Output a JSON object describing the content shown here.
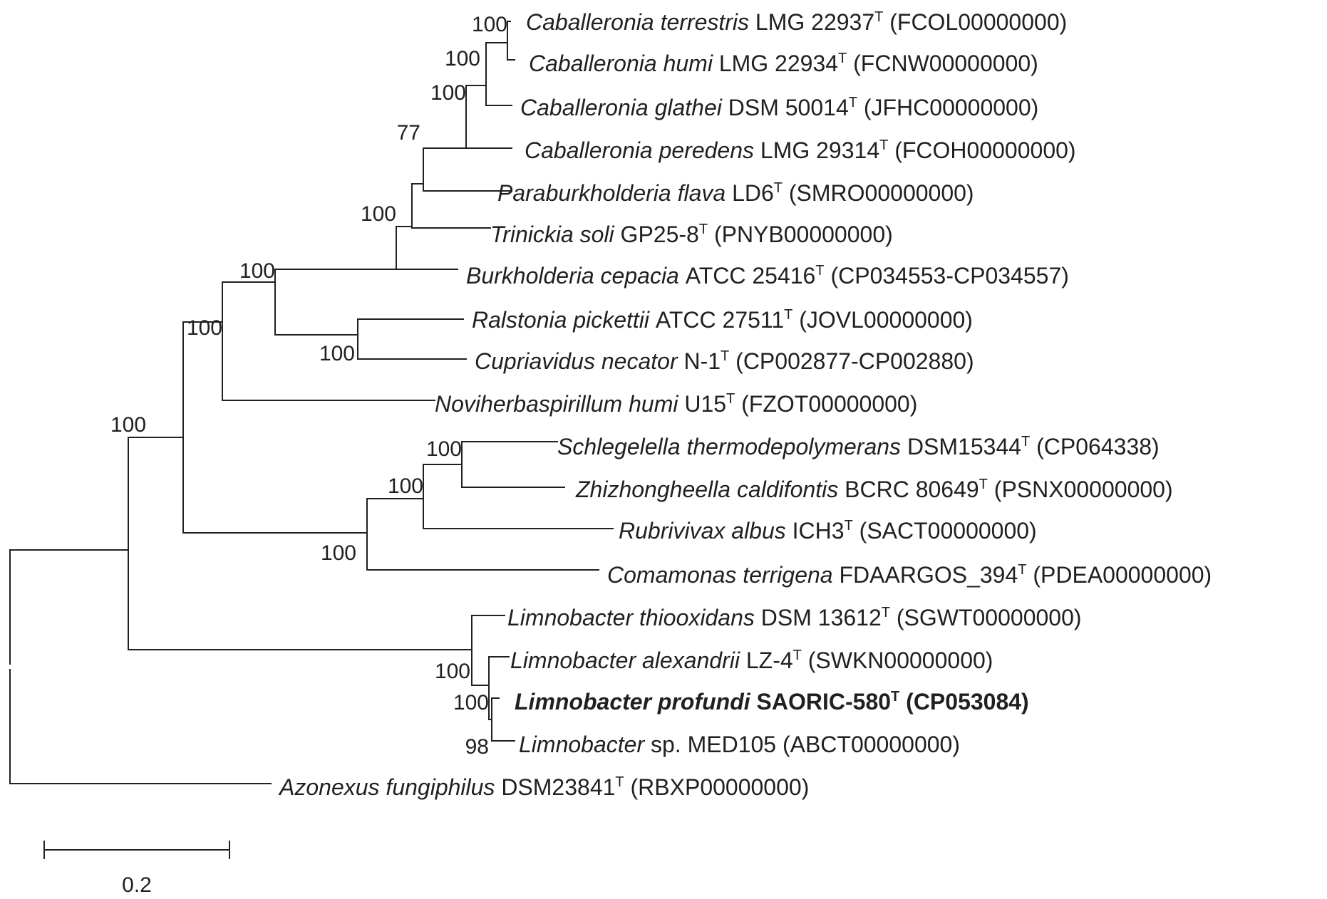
{
  "leaves": [
    {
      "species": "Caballeronia terrestris",
      "strain": "LMG 22937",
      "type_strain": "T",
      "accession": "(FCOL00000000)",
      "bold": false
    },
    {
      "species": "Caballeronia humi",
      "strain": "LMG 22934",
      "type_strain": "T",
      "accession": "(FCNW00000000)",
      "bold": false
    },
    {
      "species": "Caballeronia glathei",
      "strain": "DSM 50014",
      "type_strain": "T",
      "accession": "(JFHC00000000)",
      "bold": false
    },
    {
      "species": "Caballeronia peredens",
      "strain": "LMG 29314",
      "type_strain": "T",
      "accession": "(FCOH00000000)",
      "bold": false
    },
    {
      "species": "Paraburkholderia flava",
      "strain": "LD6",
      "type_strain": "T",
      "accession": "(SMRO00000000)",
      "bold": false
    },
    {
      "species": "Trinickia soli",
      "strain": "GP25-8",
      "type_strain": "T",
      "accession": "(PNYB00000000)",
      "bold": false
    },
    {
      "species": "Burkholderia cepacia",
      "strain": "ATCC 25416",
      "type_strain": "T",
      "accession": "(CP034553-CP034557)",
      "bold": false
    },
    {
      "species": "Ralstonia pickettii",
      "strain": "ATCC 27511",
      "type_strain": "T",
      "accession": "(JOVL00000000)",
      "bold": false
    },
    {
      "species": "Cupriavidus necator",
      "strain": "N-1",
      "type_strain": "T",
      "accession": "(CP002877-CP002880)",
      "bold": false
    },
    {
      "species": "Noviherbaspirillum humi",
      "strain": "U15",
      "type_strain": "T",
      "accession": "(FZOT00000000)",
      "bold": false
    },
    {
      "species": "Schlegelella thermodepolymerans",
      "strain": "DSM15344",
      "type_strain": "T",
      "accession": "(CP064338)",
      "bold": false
    },
    {
      "species": "Zhizhongheella caldifontis",
      "strain": "BCRC 80649",
      "type_strain": "T",
      "accession": "(PSNX00000000)",
      "bold": false
    },
    {
      "species": "Rubrivivax albus",
      "strain": "ICH3",
      "type_strain": "T",
      "accession": "(SACT00000000)",
      "bold": false
    },
    {
      "species": "Comamonas terrigena",
      "strain": "FDAARGOS_394",
      "type_strain": "T",
      "accession": "(PDEA00000000)",
      "bold": false
    },
    {
      "species": "Limnobacter thiooxidans",
      "strain": "DSM 13612",
      "type_strain": "T",
      "accession": "(SGWT00000000)",
      "bold": false
    },
    {
      "species": "Limnobacter alexandrii",
      "strain": "LZ-4",
      "type_strain": "T",
      "accession": "(SWKN00000000)",
      "bold": false
    },
    {
      "species": "Limnobacter profundi",
      "strain": "SAORIC-580",
      "type_strain": "T",
      "accession": "(CP053084)",
      "bold": true
    },
    {
      "species": "Limnobacter",
      "strain": "sp. MED105",
      "type_strain": "",
      "accession": "(ABCT00000000)",
      "bold": false
    },
    {
      "species": "Azonexus fungiphilus",
      "strain": "DSM23841",
      "type_strain": "T",
      "accession": "(RBXP00000000)",
      "bold": false
    }
  ],
  "bootstrap": [
    "100",
    "100",
    "100",
    "77",
    "100",
    "100",
    "100",
    "100",
    "100",
    "100",
    "100",
    "100",
    "100",
    "100",
    "98"
  ],
  "scale": {
    "label": "0.2"
  }
}
